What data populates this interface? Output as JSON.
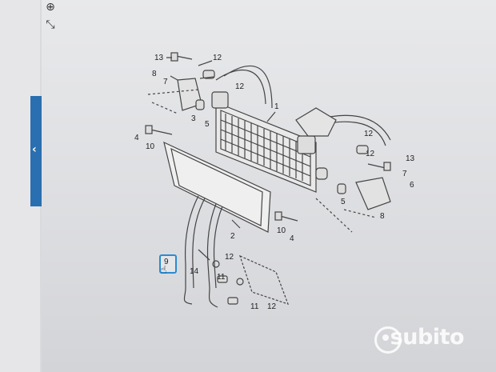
{
  "toolbar": {
    "zoom_icon": "zoom-in-icon",
    "fullscreen_icon": "fullscreen-icon"
  },
  "sidebar": {
    "collapse_icon": "chevron-left-icon"
  },
  "diagram": {
    "labels": {
      "l1": "1",
      "l2": "2",
      "l3": "3",
      "l4a": "4",
      "l4b": "4",
      "l5a": "5",
      "l5b": "5",
      "l6": "6",
      "l7a": "7",
      "l7b": "7",
      "l8a": "8",
      "l8b": "8",
      "l9": "9",
      "l10a": "10",
      "l10b": "10",
      "l11a": "11",
      "l11b": "11",
      "l12a": "12",
      "l12b": "12",
      "l12c": "12",
      "l12d": "12",
      "l12e": "12",
      "l13a": "13",
      "l13b": "13",
      "l14": "14"
    }
  },
  "watermark": {
    "text": "subito"
  },
  "colors": {
    "accent": "#2a6fb0",
    "callout_border": "#2a8bd2"
  }
}
